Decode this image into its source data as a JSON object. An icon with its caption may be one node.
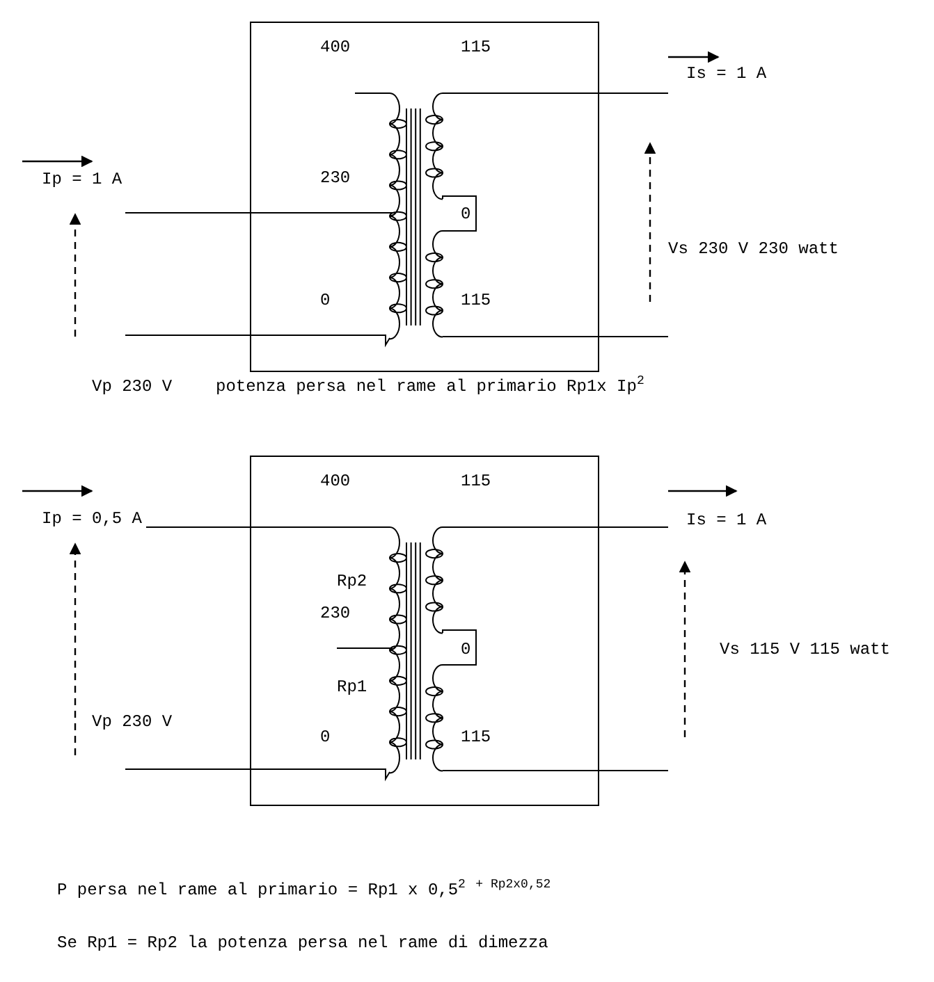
{
  "diagram": {
    "labels": [
      "400",
      "115",
      "Is = 1 A",
      "Ip = 1 A",
      "230",
      "0",
      "Vs 230 V 230 watt",
      "0",
      "115",
      "Vp 230 V",
      "potenza persa nel rame al primario Rp1x Ip$^{2}$",
      "400",
      "115",
      "Ip = 0,5 A",
      "Is = 1 A",
      "Rp2",
      "230",
      "0",
      "Vs 115 V 115 watt",
      "Rp1",
      "Vp 230 V",
      "0",
      "115",
      "P persa nel rame al primario = Rp1 x 0,5$^{2}$ $^{+ Rp2x0,5}$$^{2}$",
      "Se Rp1 = Rp2 la potenza persa nel rame di dimezza"
    ]
  }
}
